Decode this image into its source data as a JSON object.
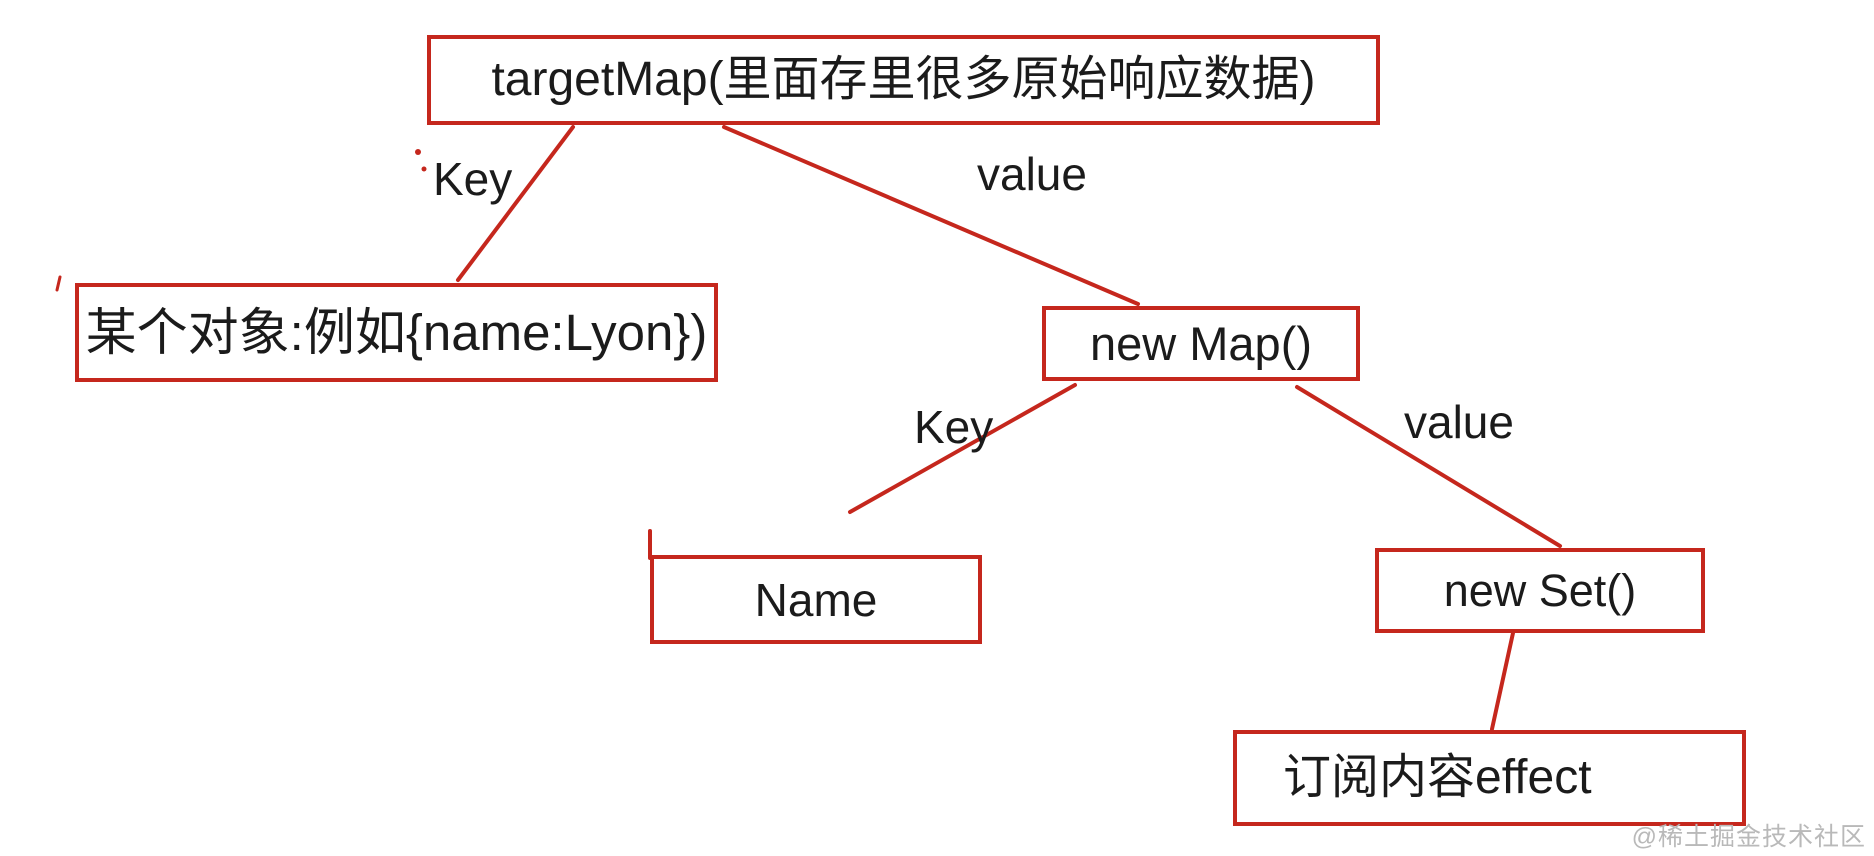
{
  "diagram": {
    "title_node": "targetMap diagram",
    "colors": {
      "accent_red": "#c5271d",
      "text": "#1b1b1b",
      "background": "#ffffff",
      "watermark_gray": "#b9b9b9"
    },
    "nodes": {
      "target_map": {
        "label": "targetMap(里面存里很多原始响应数据)"
      },
      "some_object": {
        "label": "某个对象:例如{name:Lyon})"
      },
      "new_map": {
        "label": "new Map()"
      },
      "name_key": {
        "label": "Name"
      },
      "new_set": {
        "label": "new Set()"
      },
      "effect": {
        "label": "订阅内容effect"
      }
    },
    "edge_labels": {
      "key_top": "Key",
      "value_top": "value",
      "key_mid": "Key",
      "value_mid": "value"
    },
    "watermark": "@稀土掘金技术社区"
  }
}
